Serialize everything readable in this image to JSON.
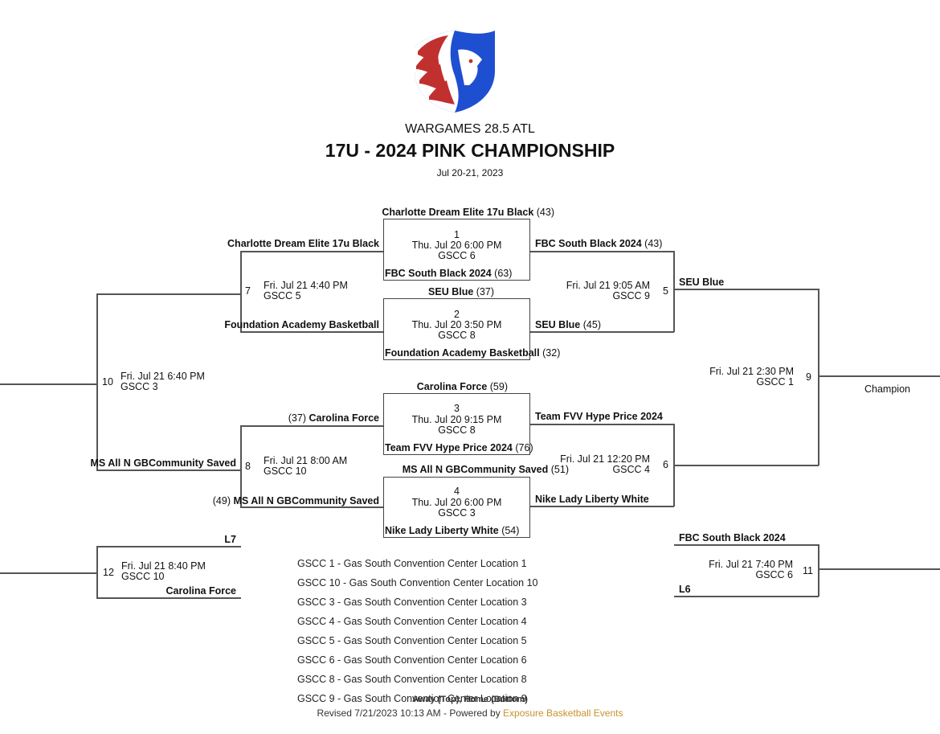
{
  "header": {
    "event": "WARGAMES 28.5 ATL",
    "division": "17U - 2024 PINK CHAMPIONSHIP",
    "dates": "Jul 20-21, 2023",
    "logo": "lion-shield-logo"
  },
  "games": {
    "g1": {
      "num": "1",
      "time": "Thu. Jul 20 6:00 PM",
      "loc": "GSCC 6",
      "top_team": "Charlotte Dream Elite 17u Black",
      "top_score": "(43)",
      "bottom_team": "FBC South Black 2024",
      "bottom_score": "(63)"
    },
    "g2": {
      "num": "2",
      "time": "Thu. Jul 20 3:50 PM",
      "loc": "GSCC 8",
      "top_team": "SEU Blue",
      "top_score": "(37)",
      "bottom_team": "Foundation Academy Basketball",
      "bottom_score": "(32)"
    },
    "g3": {
      "num": "3",
      "time": "Thu. Jul 20 9:15 PM",
      "loc": "GSCC 8",
      "top_team": "Carolina Force",
      "top_score": "(59)",
      "bottom_team": "Team FVV Hype Price 2024",
      "bottom_score": "(76)"
    },
    "g4": {
      "num": "4",
      "time": "Thu. Jul 20 6:00 PM",
      "loc": "GSCC 3",
      "top_team": "MS All N GBCommunity Saved",
      "top_score": "(51)",
      "bottom_team": "Nike Lady Liberty White",
      "bottom_score": "(54)"
    },
    "g5": {
      "num": "5",
      "time": "Fri. Jul 21 9:05 AM",
      "loc": "GSCC 9",
      "top_team": "FBC South Black 2024",
      "top_score": "(43)",
      "bottom_team": "SEU Blue",
      "bottom_score": "(45)",
      "winner": "SEU Blue"
    },
    "g6": {
      "num": "6",
      "time": "Fri. Jul 21 12:20 PM",
      "loc": "GSCC 4",
      "top_team": "Team FVV Hype Price 2024",
      "bottom_team": "Nike Lady Liberty White"
    },
    "g7": {
      "num": "7",
      "time": "Fri. Jul 21 4:40 PM",
      "loc": "GSCC 5",
      "top_team": "Charlotte Dream Elite 17u Black",
      "bottom_team": "Foundation Academy Basketball"
    },
    "g8": {
      "num": "8",
      "time": "Fri. Jul 21 8:00 AM",
      "loc": "GSCC 10",
      "top_team": "Carolina Force",
      "top_score": "(37)",
      "bottom_team": "MS All N GBCommunity Saved",
      "bottom_score": "(49)",
      "winner": "MS All N GBCommunity Saved"
    },
    "g9": {
      "num": "9",
      "time": "Fri. Jul 21 2:30 PM",
      "loc": "GSCC 1",
      "winner_label": "Champion"
    },
    "g10": {
      "num": "10",
      "time": "Fri. Jul 21 6:40 PM",
      "loc": "GSCC 3"
    },
    "g11": {
      "num": "11",
      "time": "Fri. Jul 21 7:40 PM",
      "loc": "GSCC 6",
      "top_team": "FBC South Black 2024",
      "bottom_team": "L6"
    },
    "g12": {
      "num": "12",
      "time": "Fri. Jul 21 8:40 PM",
      "loc": "GSCC 10",
      "top_team": "L7",
      "bottom_team": "Carolina Force"
    }
  },
  "legend": [
    "GSCC 1 - Gas South Convention Center Location 1",
    "GSCC 10 - Gas South Convention Center Location 10",
    "GSCC 3 - Gas South Convention Center Location 3",
    "GSCC 4 - Gas South Convention Center Location 4",
    "GSCC 5 - Gas South Convention Center Location 5",
    "GSCC 6 - Gas South Convention Center Location 6",
    "GSCC 8 - Gas South Convention Center Location 8",
    "GSCC 9 - Gas South Convention Center Location 9"
  ],
  "footer": {
    "note": "Away (Top), Home (Bottom)",
    "revised": "Revised 7/21/2023 10:13 AM - Powered by ",
    "powered_by": "Exposure Basketball Events"
  },
  "colors": {
    "logo_red": "#c0302f",
    "logo_blue": "#1f4fd1",
    "link": "#c8932c",
    "line": "#555555"
  }
}
